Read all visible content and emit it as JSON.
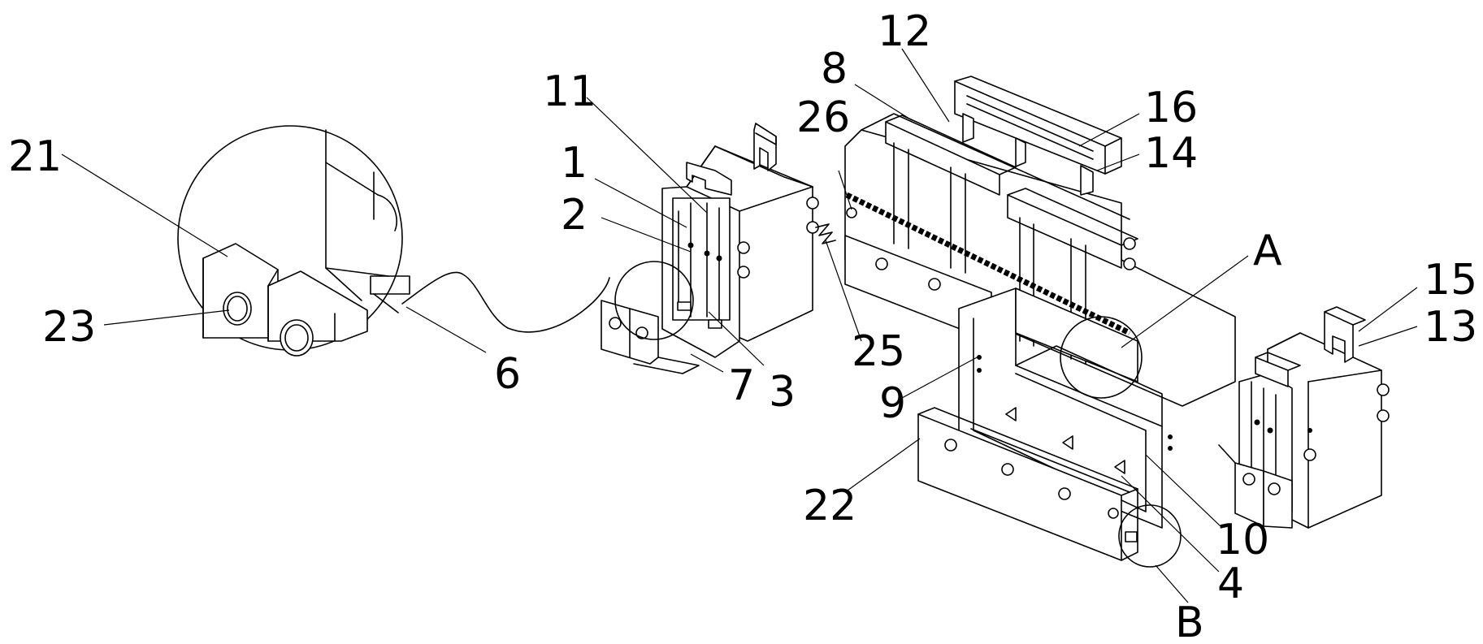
{
  "labels": {
    "l1": "1",
    "l2": "2",
    "l3": "3",
    "l4": "4",
    "l6": "6",
    "l7": "7",
    "l8": "8",
    "l9": "9",
    "l10": "10",
    "l11": "11",
    "l12": "12",
    "l13": "13",
    "l14": "14",
    "l15": "15",
    "l16": "16",
    "l21": "21",
    "l22": "22",
    "l23": "23",
    "l25": "25",
    "l26": "26",
    "lA": "A",
    "lB": "B"
  }
}
